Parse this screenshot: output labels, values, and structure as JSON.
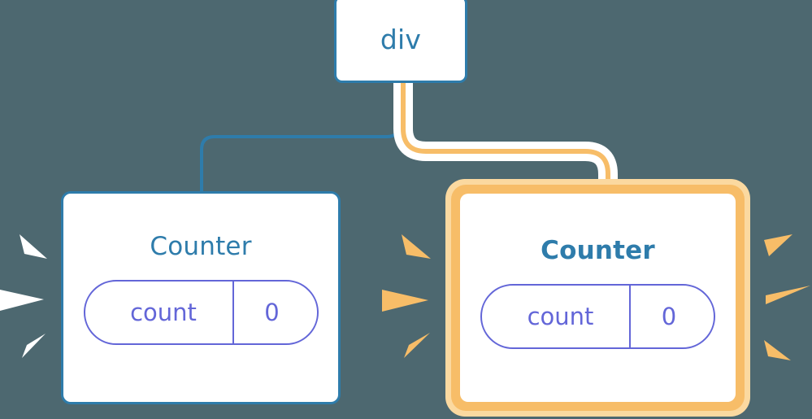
{
  "diagram": {
    "title": "React component tree with highlighted re-render",
    "background_color": "#4d6870",
    "colors": {
      "blue": "#2e7cab",
      "orange": "#f7bd68",
      "orange_light": "#fbd9a0",
      "purple": "#6366d8",
      "white": "#ffffff"
    }
  },
  "root": {
    "label": "div"
  },
  "children": [
    {
      "label": "Counter",
      "highlighted": false,
      "state": {
        "key": "count",
        "value": "0"
      },
      "spark_color": "#ffffff"
    },
    {
      "label": "Counter",
      "highlighted": true,
      "state": {
        "key": "count",
        "value": "0"
      },
      "spark_color": "#f7bd68"
    }
  ],
  "edges": [
    {
      "from": "div",
      "to": "Counter (left)",
      "color": "#2e7cab",
      "style": "plain"
    },
    {
      "from": "div",
      "to": "Counter (right)",
      "color": "#f7bd68",
      "style": "highlighted-with-halo"
    }
  ]
}
